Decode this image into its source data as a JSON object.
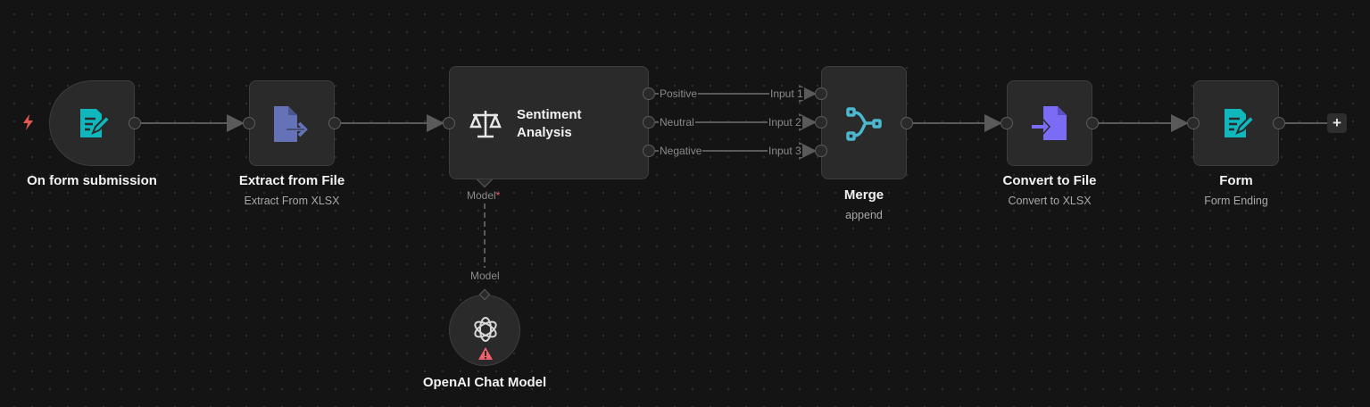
{
  "colors": {
    "form_teal": "#10b8bd",
    "extract_blue": "#6473b8",
    "convert_purple": "#7b6cf6",
    "merge_cyan": "#4cb8cf",
    "warning": "#f0616d",
    "trigger_bolt": "#e5584f"
  },
  "nodes": {
    "trigger": {
      "title": "On form submission",
      "icon": "form-icon"
    },
    "extract": {
      "title": "Extract from File",
      "subtitle": "Extract From XLSX",
      "icon": "file-export-icon"
    },
    "sentiment": {
      "title_line1": "Sentiment",
      "title_line2": "Analysis",
      "icon": "scale-icon",
      "outputs": [
        "Positive",
        "Neutral",
        "Negative"
      ],
      "model_port": "Model",
      "required_mark": "*"
    },
    "openai": {
      "title": "OpenAI Chat Model",
      "port": "Model",
      "icon": "openai-icon",
      "warning_icon": "warning-icon"
    },
    "merge": {
      "title": "Merge",
      "subtitle": "append",
      "inputs": [
        "Input 1",
        "Input 2",
        "Input 3"
      ],
      "icon": "merge-icon"
    },
    "convert": {
      "title": "Convert to File",
      "subtitle": "Convert to XLSX",
      "icon": "file-import-icon"
    },
    "form": {
      "title": "Form",
      "subtitle": "Form Ending",
      "icon": "form-icon"
    }
  },
  "add_button": {
    "label": "+"
  }
}
